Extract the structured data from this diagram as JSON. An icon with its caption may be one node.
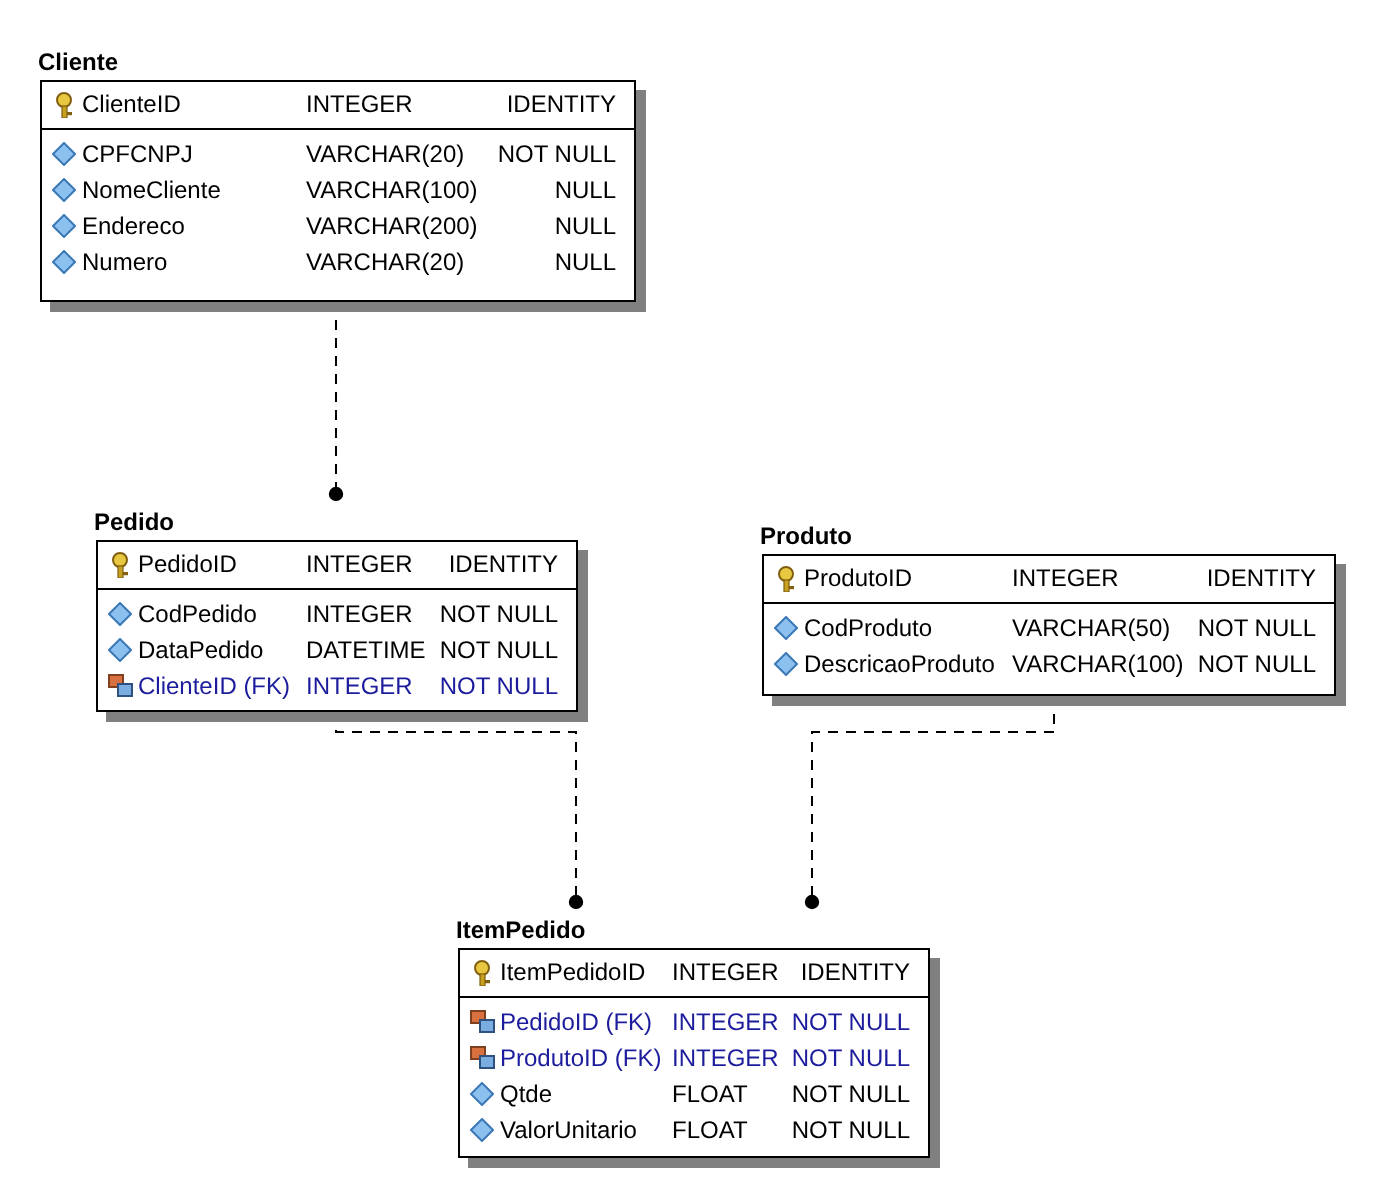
{
  "diagram": {
    "nodes": [
      {
        "text": [
          "Cliente"
        ]
      },
      {
        "text": [
          "Pedido"
        ]
      },
      {
        "text": [
          "Produto"
        ]
      },
      {
        "text": [
          "ItemPedido"
        ]
      }
    ],
    "edges": [
      {
        "from": 0,
        "to": 1,
        "arrow": "other",
        "style": "dashed"
      },
      {
        "from": 1,
        "to": 3,
        "arrow": "other",
        "style": "dashed"
      },
      {
        "from": 2,
        "to": 3,
        "arrow": "other",
        "style": "dashed"
      }
    ],
    "labels": [
      "ClienteID",
      "INTEGER",
      "IDENTITY",
      "CPFCNPJ",
      "VARCHAR(20)",
      "NOT NULL",
      "NomeCliente",
      "VARCHAR(100)",
      "NULL",
      "Endereco",
      "VARCHAR(200)",
      "NULL",
      "Numero",
      "VARCHAR(20)",
      "NULL",
      "PedidoID",
      "INTEGER",
      "IDENTITY",
      "CodPedido",
      "INTEGER",
      "NOT NULL",
      "DataPedido",
      "DATETIME",
      "NOT NULL",
      "ClienteID (FK)",
      "INTEGER",
      "NOT NULL",
      "ProdutoID",
      "INTEGER",
      "IDENTITY",
      "CodProduto",
      "VARCHAR(50)",
      "NOT NULL",
      "DescricaoProduto",
      "VARCHAR(100)",
      "NOT NULL",
      "ItemPedidoID",
      "INTEGER",
      "IDENTITY",
      "PedidoID (FK)",
      "INTEGER",
      "NOT NULL",
      "ProdutoID (FK)",
      "INTEGER",
      "NOT NULL",
      "Qtde",
      "FLOAT",
      "NOT NULL",
      "ValorUnitario",
      "FLOAT",
      "NOT NULL"
    ]
  }
}
